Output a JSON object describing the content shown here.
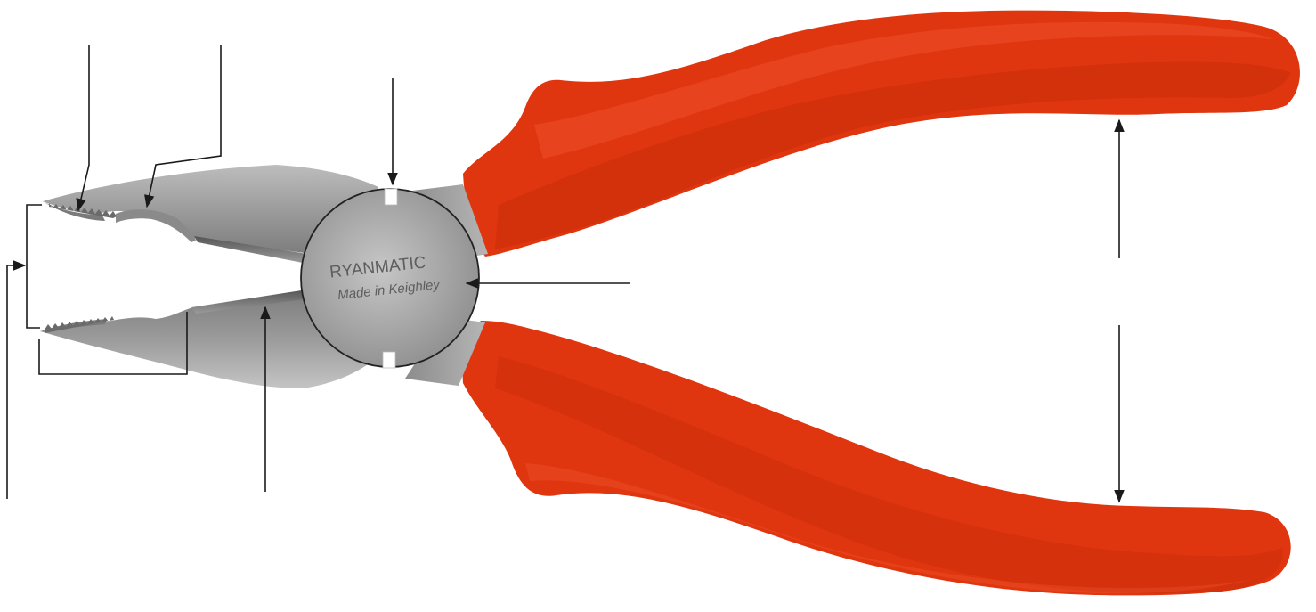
{
  "engraving": {
    "brand": "RYANMATIC",
    "origin": "Made in Keighley"
  },
  "colors": {
    "handle": "#e03610",
    "handle_shadow": "#c92c0a",
    "handle_highlight": "#ee5530",
    "metal_light": "#c8c8c8",
    "metal_mid": "#9a9a9a",
    "metal_dark": "#6f6f6f",
    "pivot": "#a9a9a9",
    "leader_lines": "#1a1a1a"
  },
  "callouts": {
    "count": 8,
    "labels_shown": false
  }
}
